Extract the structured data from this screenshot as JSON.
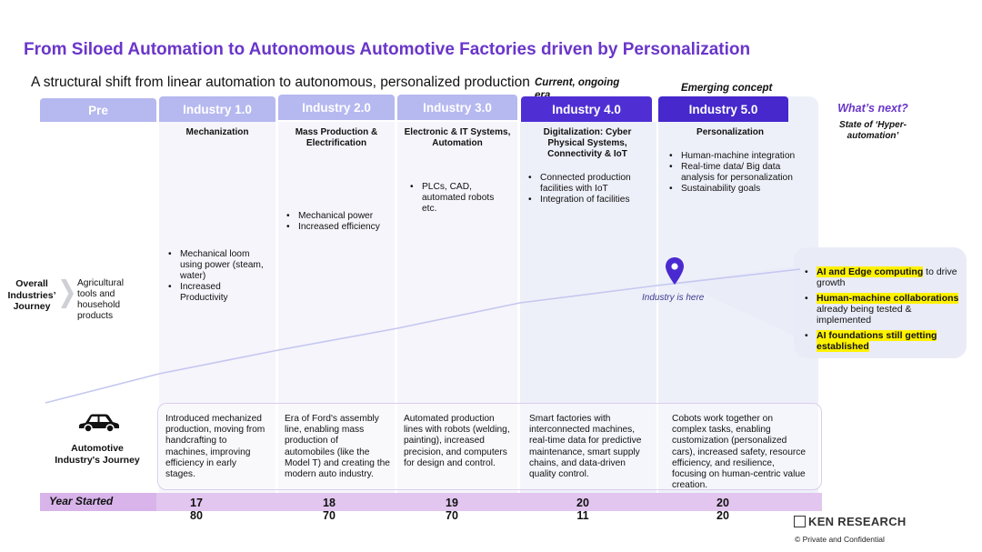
{
  "header": {
    "title": "From Siloed Automation to Autonomous Automotive Factories driven by Personalization",
    "subtitle": "A structural shift from linear automation to autonomous, personalized production"
  },
  "era_labels": {
    "current": "Current, ongoing era",
    "emerging": "Emerging concept"
  },
  "tabs": [
    {
      "label": "Pre"
    },
    {
      "label": "Industry 1.0"
    },
    {
      "label": "Industry 2.0"
    },
    {
      "label": "Industry 3.0"
    },
    {
      "label": "Industry 4.0"
    },
    {
      "label": "Industry 5.0"
    }
  ],
  "whats_next": {
    "title": "What’s next?",
    "subtitle": "State of ‘Hyper-automation’",
    "bullets": [
      {
        "highlight": "AI and Edge computing",
        "rest": " to drive growth"
      },
      {
        "highlight": "Human-machine collaborations",
        "rest": " already being tested & implemented"
      },
      {
        "highlight": "AI foundations still getting established",
        "rest": ""
      }
    ]
  },
  "columns": {
    "i1": {
      "heading": "Mechanization",
      "bullets": [
        "Mechanical loom using power (steam, water)",
        "Increased Productivity"
      ]
    },
    "i2": {
      "heading": "Mass Production & Electrification",
      "bullets": [
        "Mechanical power",
        "Increased efficiency"
      ]
    },
    "i3": {
      "heading": "Electronic & IT Systems, Automation",
      "bullets": [
        "PLCs, CAD, automated robots etc."
      ]
    },
    "i4": {
      "heading": "Digitalization: Cyber Physical Systems, Connectivity & IoT",
      "bullets": [
        "Connected production facilities with IoT",
        "Integration of facilities"
      ]
    },
    "i5": {
      "heading": "Personalization",
      "bullets": [
        "Human-machine integration",
        "Real-time data/ Big data analysis for personalization",
        "Sustainability goals"
      ]
    }
  },
  "overall": {
    "label": "Overall Industries’ Journey",
    "pre_text": "Agricultural tools and household products"
  },
  "marker": {
    "label": "Industry is here",
    "icon": "location-pin-icon"
  },
  "automotive": {
    "label": "Automotive Industry's Journey",
    "icon": "car-icon",
    "texts": [
      "Introduced mechanized production, moving from handcrafting to machines, improving efficiency in early stages.",
      "Era of Ford's assembly line, enabling mass production of automobiles (like the Model T) and creating the modern auto industry.",
      "Automated production lines with robots (welding, painting), increased precision, and computers for design and control.",
      "Smart factories with interconnected machines, real-time data for predictive maintenance, smart supply chains, and data-driven quality control.",
      "Cobots work together on complex tasks, enabling customization (personalized cars), increased safety, resource efficiency, and resilience, focusing on human-centric value creation."
    ]
  },
  "years": {
    "label": "Year Started",
    "values": [
      "1780",
      "1870",
      "1970",
      "2011",
      "2020"
    ]
  },
  "footer": {
    "logo": "KEN RESEARCH",
    "copyright": "©   Private and Confidential"
  },
  "colors": {
    "title": "#6a36c9",
    "tab_light": "#b6b8f0",
    "tab_dark": "#4f2fd3",
    "highlight": "#fff200",
    "year_bar": "#e2c6ef"
  }
}
